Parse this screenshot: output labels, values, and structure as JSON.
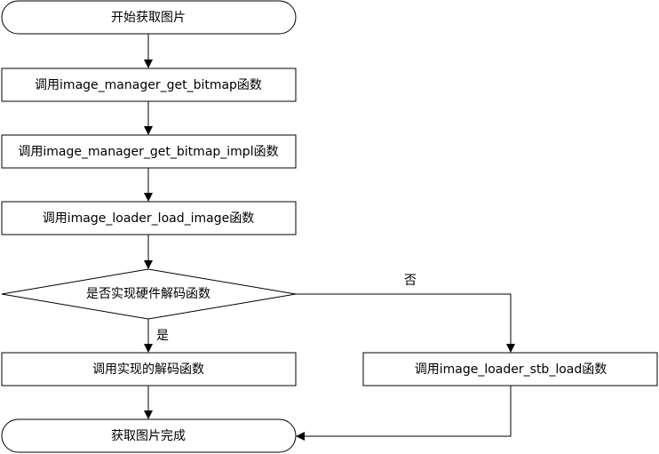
{
  "flowchart": {
    "start": "开始获取图片",
    "step1": "调用image_manager_get_bitmap函数",
    "step2": "调用image_manager_get_bitmap_impl函数",
    "step3": "调用image_loader_load_image函数",
    "decision": "是否实现硬件解码函数",
    "yes_branch": "调用实现的解码函数",
    "no_branch": "调用image_loader_stb_load函数",
    "end": "获取图片完成",
    "yes_label": "是",
    "no_label": "否"
  }
}
